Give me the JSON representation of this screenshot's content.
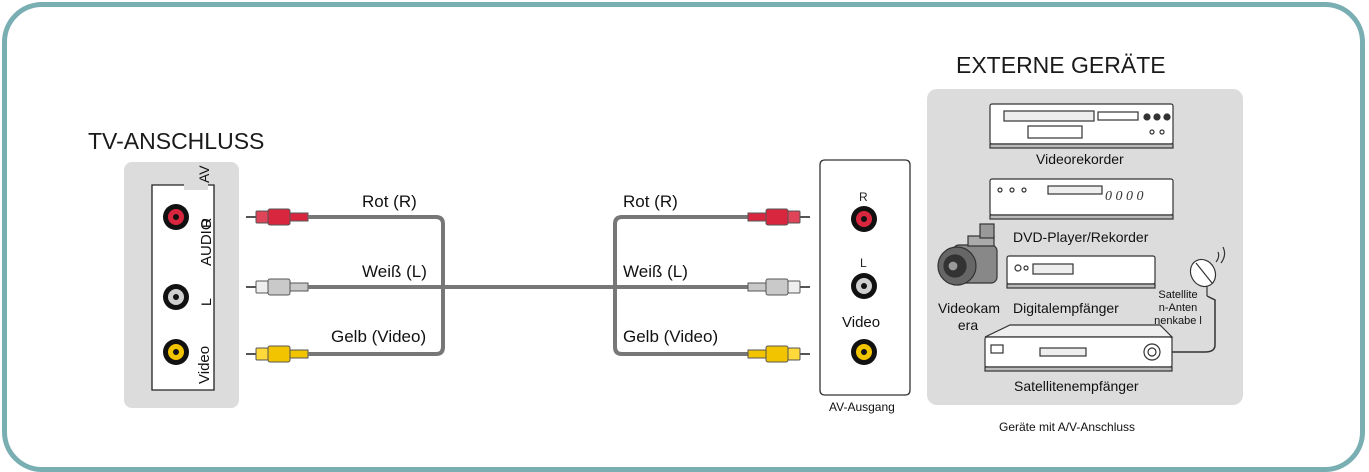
{
  "tv_section": {
    "title": "TV-ANSCHLUSS",
    "panel_label_av": "AV",
    "panel_label_audio": "AUDIO",
    "panel_label_r": "R",
    "panel_label_l": "L",
    "panel_label_video": "Video"
  },
  "cables_left": {
    "red": "Rot (R)",
    "white": "Weiß (L)",
    "yellow": "Gelb (Video)"
  },
  "cables_right": {
    "red": "Rot (R)",
    "white": "Weiß (L)",
    "yellow": "Gelb (Video)"
  },
  "av_output": {
    "label_r": "R",
    "label_l": "L",
    "label_video": "Video",
    "caption": "AV-Ausgang"
  },
  "external": {
    "title": "EXTERNE GERÄTE",
    "vcr": "Videorekorder",
    "dvd": "DVD-Player/Rekorder",
    "camcorder": "Videokam era",
    "digital_receiver": "Digitalempfänger",
    "satellite_cable": "Satellite n-Anten nenkabe l",
    "satellite_receiver": "Satellitenempfänger",
    "caption": "Geräte mit A/V-Anschluss"
  },
  "colors": {
    "frame": "#79aeb3",
    "panel_gray": "#dcdcdc",
    "cable": "#777777",
    "red": "#d9263f",
    "white": "#c9c9c9",
    "yellow": "#f2c400"
  }
}
